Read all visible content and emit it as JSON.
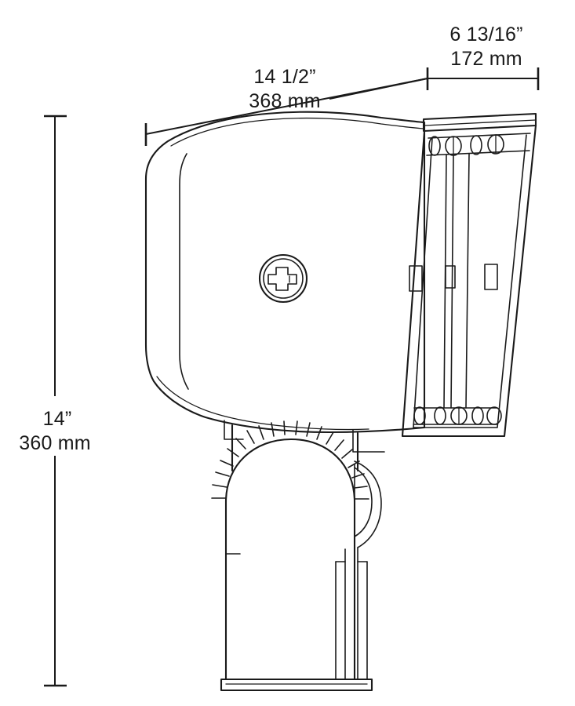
{
  "drawing": {
    "title": "Flood light side elevation dimensional drawing",
    "subject": "led-flood-light",
    "view": "side-elevation",
    "background_color": "#ffffff",
    "line_color": "#1a1a1a"
  },
  "dimensions": {
    "depth": {
      "name": "overall-depth",
      "imperial": "14 1/2”",
      "metric": "368 mm",
      "orientation": "horizontal-leader"
    },
    "visor_depth": {
      "name": "visor-depth",
      "imperial": "6 13/16”",
      "metric": "172 mm",
      "orientation": "horizontal"
    },
    "height": {
      "name": "overall-height",
      "imperial": "14”",
      "metric": "360 mm",
      "orientation": "vertical"
    }
  },
  "components": {
    "housing": "housing-body",
    "visor": "visor-assembly",
    "knuckle": "serrated-knuckle-joint",
    "screw": "phillips-head-screw",
    "arm": "mounting-arm",
    "base": "base-plate"
  }
}
